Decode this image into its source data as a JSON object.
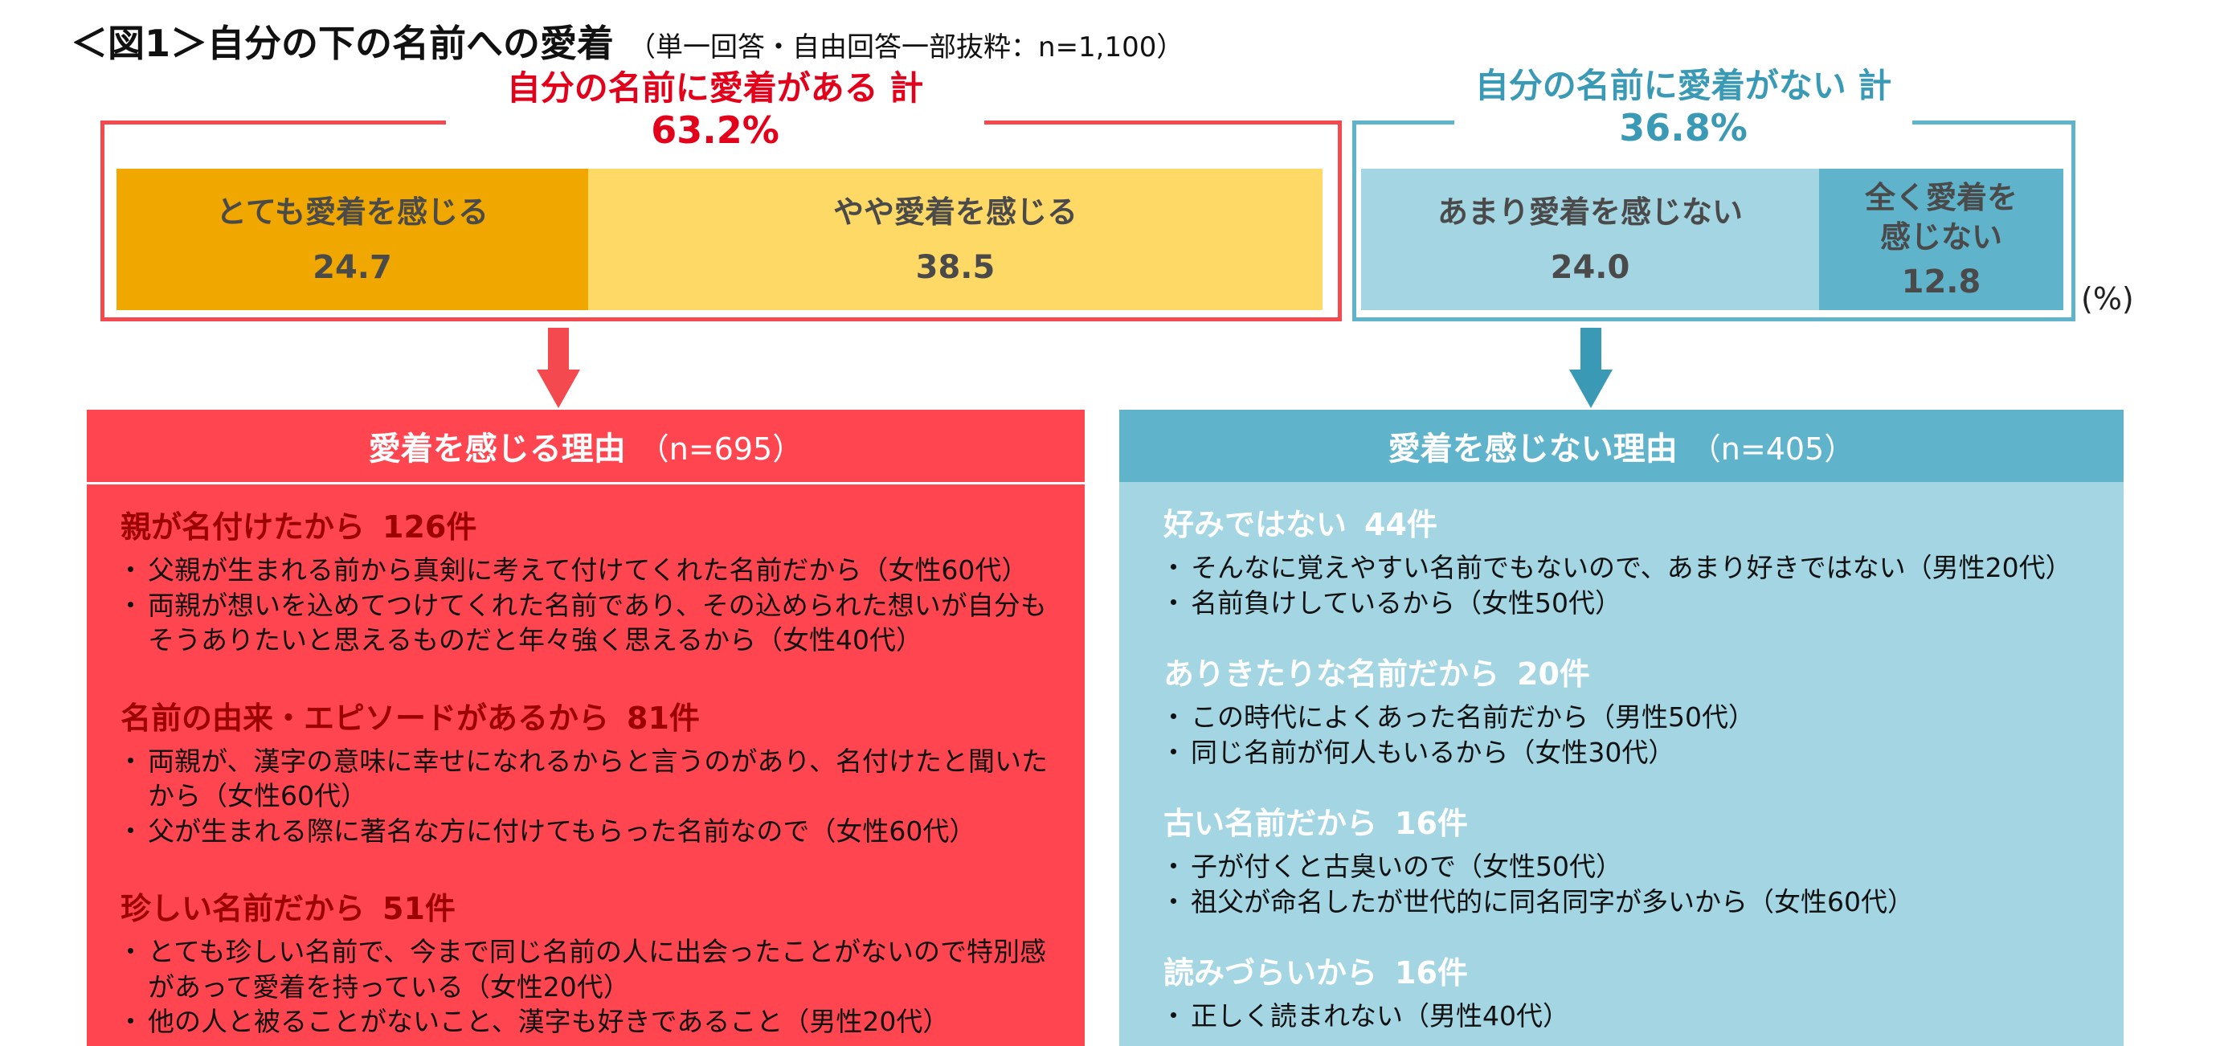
{
  "title": {
    "main": "＜図1＞自分の下の名前への愛着",
    "sub": "（単一回答・自由回答一部抜粋：n=1,100）"
  },
  "groups": {
    "positive": {
      "label": "自分の名前に愛着がある 計",
      "value": "63.2%",
      "color": "#f44a4f"
    },
    "negative": {
      "label": "自分の名前に愛着がない 計",
      "value": "36.8%",
      "color": "#5fb4cc"
    }
  },
  "unit": "(%)",
  "chart_data": {
    "type": "bar",
    "orientation": "horizontal-stacked-100",
    "categories": [
      "とても愛着を感じる",
      "やや愛着を感じる",
      "あまり愛着を感じない",
      "全く愛着を感じない"
    ],
    "values": [
      24.7,
      38.5,
      24.0,
      12.8
    ],
    "colors": [
      "#f0a800",
      "#ffd966",
      "#a4d5e3",
      "#5fb4cc"
    ],
    "value_labels": [
      "24.7",
      "38.5",
      "24.0",
      "12.8"
    ],
    "label_lines": [
      [
        "とても愛着を感じる"
      ],
      [
        "やや愛着を感じる"
      ],
      [
        "あまり愛着を感じない"
      ],
      [
        "全く愛着を",
        "感じない"
      ]
    ],
    "totals": {
      "positive": 63.2,
      "negative": 36.8
    }
  },
  "panels": {
    "positive": {
      "header": "愛着を感じる理由",
      "n": "（n=695）",
      "reasons": [
        {
          "title": "親が名付けたから",
          "count": "126件",
          "quotes": [
            "父親が生まれる前から真剣に考えて付けてくれた名前だから（女性60代）",
            "両親が想いを込めてつけてくれた名前であり、その込められた想いが自分もそうありたいと思えるものだと年々強く思えるから（女性40代）"
          ]
        },
        {
          "title": "名前の由来・エピソードがあるから",
          "count": "81件",
          "quotes": [
            "両親が、漢字の意味に幸せになれるからと言うのがあり、名付けたと聞いたから（女性60代）",
            "父が生まれる際に著名な方に付けてもらった名前なので（女性60代）"
          ]
        },
        {
          "title": "珍しい名前だから",
          "count": "51件",
          "quotes": [
            "とても珍しい名前で、今まで同じ名前の人に出会ったことがないので特別感があって愛着を持っている（女性20代）",
            "他の人と被ることがないこと、漢字も好きであること（男性20代）"
          ]
        }
      ]
    },
    "negative": {
      "header": "愛着を感じない理由",
      "n": "（n=405）",
      "reasons": [
        {
          "title": "好みではない",
          "count": "44件",
          "quotes": [
            "そんなに覚えやすい名前でもないので、あまり好きではない（男性20代）",
            "名前負けしているから（女性50代）"
          ]
        },
        {
          "title": "ありきたりな名前だから",
          "count": "20件",
          "quotes": [
            "この時代によくあった名前だから（男性50代）",
            "同じ名前が何人もいるから（女性30代）"
          ]
        },
        {
          "title": "古い名前だから",
          "count": "16件",
          "quotes": [
            "子が付くと古臭いので（女性50代）",
            "祖父が命名したが世代的に同名同字が多いから（女性60代）"
          ]
        },
        {
          "title": "読みづらいから",
          "count": "16件",
          "quotes": [
            "正しく読まれない（男性40代）"
          ]
        }
      ]
    }
  }
}
